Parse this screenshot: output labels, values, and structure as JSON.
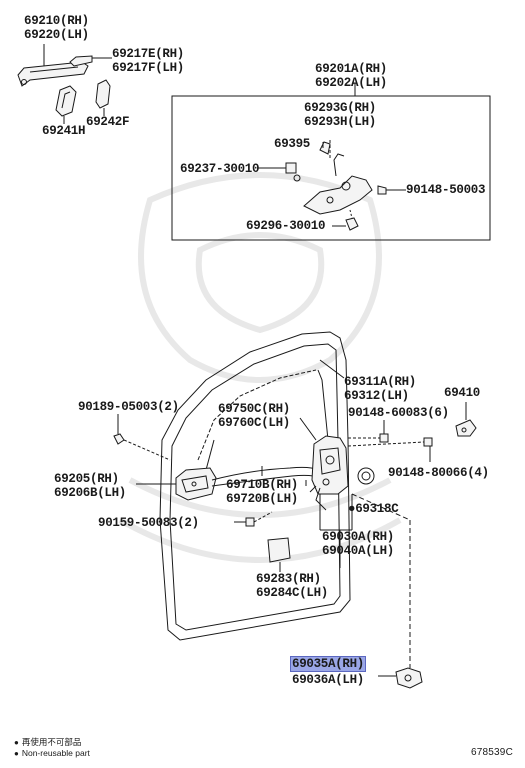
{
  "callouts": {
    "handle_outer_rh": "69210(RH)",
    "handle_outer_lh": "69220(LH)",
    "pad_e_rh": "69217E(RH)",
    "pad_f_lh": "69217F(LH)",
    "pad_241h": "69241H",
    "pad_242f": "69242F",
    "lock_cyl_rh": "69201A(RH)",
    "lock_cyl_lh": "69202A(LH)",
    "rod_g_rh": "69293G(RH)",
    "rod_h_lh": "69293H(LH)",
    "part_69395": "69395",
    "part_69237": "69237-30010",
    "bolt_90148_50003": "90148-50003",
    "part_69296": "69296-30010",
    "rod_311_rh": "69311A(RH)",
    "rod_312_lh": "69312(LH)",
    "striker": "69410",
    "bolt_90189": "90189-05003(2)",
    "cable_750_rh": "69750C(RH)",
    "cable_760_lh": "69760C(LH)",
    "screw_90148_60083": "90148-60083(6)",
    "screw_90148_80066": "90148-80066(4)",
    "inner_handle_rh": "69205(RH)",
    "inner_handle_lh": "69206B(LH)",
    "cable_710_rh": "69710B(RH)",
    "cable_720_lh": "69720B(LH)",
    "part_69318c": "●69318C",
    "screw_90159": "90159-50083(2)",
    "lock_030_rh": "69030A(RH)",
    "lock_040_lh": "69040A(LH)",
    "bezel_283_rh": "69283(RH)",
    "bezel_284_lh": "69284C(LH)",
    "motor_035_rh": "69035A(RH)",
    "motor_036_lh": "69036A(LH)"
  },
  "legend": {
    "bullet": "●",
    "jp": "再使用不可部品",
    "en": "Non-reusable part"
  },
  "figure_ref": "678539C",
  "colors": {
    "line": "#1a1a1a",
    "highlight": "#9aa6e6",
    "highlight_border": "#5b67c0",
    "watermark": "#e6e6e6"
  }
}
